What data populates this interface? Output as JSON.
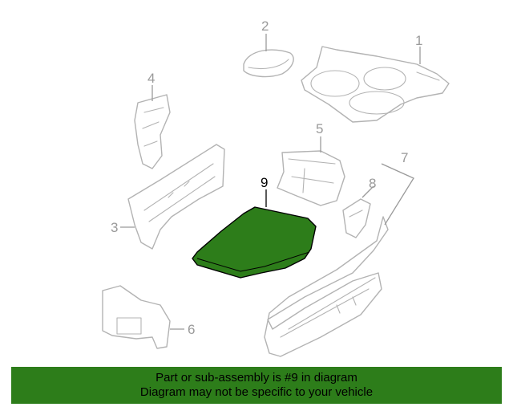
{
  "diagram": {
    "callouts": [
      {
        "id": "1",
        "label": "1"
      },
      {
        "id": "2",
        "label": "2"
      },
      {
        "id": "3",
        "label": "3"
      },
      {
        "id": "4",
        "label": "4"
      },
      {
        "id": "5",
        "label": "5"
      },
      {
        "id": "6",
        "label": "6"
      },
      {
        "id": "7",
        "label": "7"
      },
      {
        "id": "8",
        "label": "8"
      },
      {
        "id": "9",
        "label": "9"
      }
    ],
    "highlighted_part": "9",
    "highlight_color": "#2d7d1a",
    "line_color": "#b3b3b3"
  },
  "banner": {
    "line1": "Part or sub-assembly is #9 in diagram",
    "line2": "Diagram may not be specific to your vehicle",
    "background": "#2d7d1a"
  }
}
